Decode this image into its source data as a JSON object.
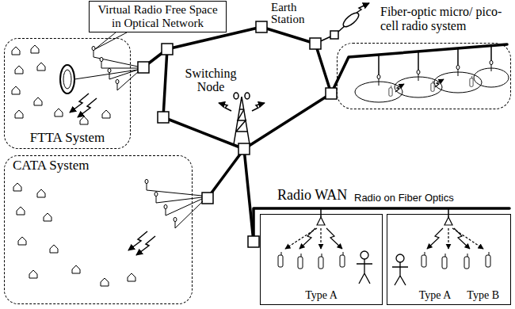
{
  "diagram": {
    "nodes": [
      {
        "text": [
          "Virtual Radio Free Space in Optical Network"
        ]
      },
      {
        "text": [
          "FTTA System"
        ]
      },
      {
        "text": [
          "Fiber-optic micro/ pico-cell radio system"
        ]
      },
      {
        "text": [
          "CATA System"
        ]
      },
      {
        "text": [
          "Type A"
        ]
      },
      {
        "text": [
          "Type A",
          "Type B"
        ]
      }
    ],
    "labels": [
      "Earth Station",
      "Switching Node",
      "Radio WAN",
      "Radio on Fiber Optics"
    ]
  }
}
